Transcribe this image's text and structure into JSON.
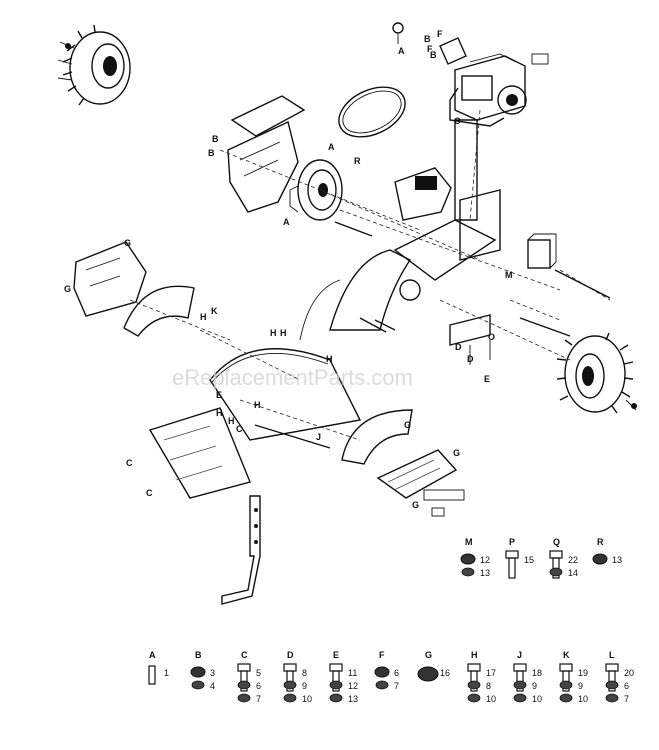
{
  "watermark": "eReplacementParts.com",
  "callouts": {
    "a_engine": "A",
    "b_top_1": "B",
    "b_top_2": "B",
    "f_top_1": "F",
    "f_top_2": "F",
    "b_shield_1": "B",
    "b_shield_2": "B",
    "a_pulley_1": "A",
    "a_pulley_2": "A",
    "c_tube": "C",
    "r_bolt": "R",
    "m_frame": "M",
    "g_left_1": "G",
    "g_left_2": "G",
    "h_1": "H",
    "k_1": "K",
    "h_2": "H",
    "h_3": "H",
    "h_4": "H",
    "h_5": "H",
    "h_6": "H",
    "h_7": "H",
    "e_1": "E",
    "c_tine_1": "C",
    "c_tine_2": "C",
    "c_tine_3": "C",
    "j_1": "J",
    "g_right_1": "G",
    "g_right_2": "G",
    "g_right_3": "G",
    "d_1": "D",
    "d_2": "D",
    "o_1": "O",
    "e_2": "E"
  },
  "hardware_top": [
    {
      "letter": "M",
      "nums": [
        "12",
        "13"
      ]
    },
    {
      "letter": "P",
      "nums": [
        "15"
      ]
    },
    {
      "letter": "Q",
      "nums": [
        "22",
        "14"
      ]
    },
    {
      "letter": "R",
      "nums": [
        "13"
      ]
    }
  ],
  "hardware_bottom": [
    {
      "letter": "A",
      "nums": [
        "1"
      ]
    },
    {
      "letter": "B",
      "nums": [
        "3",
        "4"
      ]
    },
    {
      "letter": "C",
      "nums": [
        "5",
        "6",
        "7"
      ]
    },
    {
      "letter": "D",
      "nums": [
        "8",
        "9",
        "10"
      ]
    },
    {
      "letter": "E",
      "nums": [
        "11",
        "12",
        "13"
      ]
    },
    {
      "letter": "F",
      "nums": [
        "6",
        "7"
      ]
    },
    {
      "letter": "G",
      "nums": [
        "16"
      ]
    },
    {
      "letter": "H",
      "nums": [
        "17",
        "8",
        "10"
      ]
    },
    {
      "letter": "J",
      "nums": [
        "18",
        "9",
        "10"
      ]
    },
    {
      "letter": "K",
      "nums": [
        "19",
        "9",
        "10"
      ]
    },
    {
      "letter": "L",
      "nums": [
        "20",
        "6",
        "7"
      ]
    }
  ]
}
